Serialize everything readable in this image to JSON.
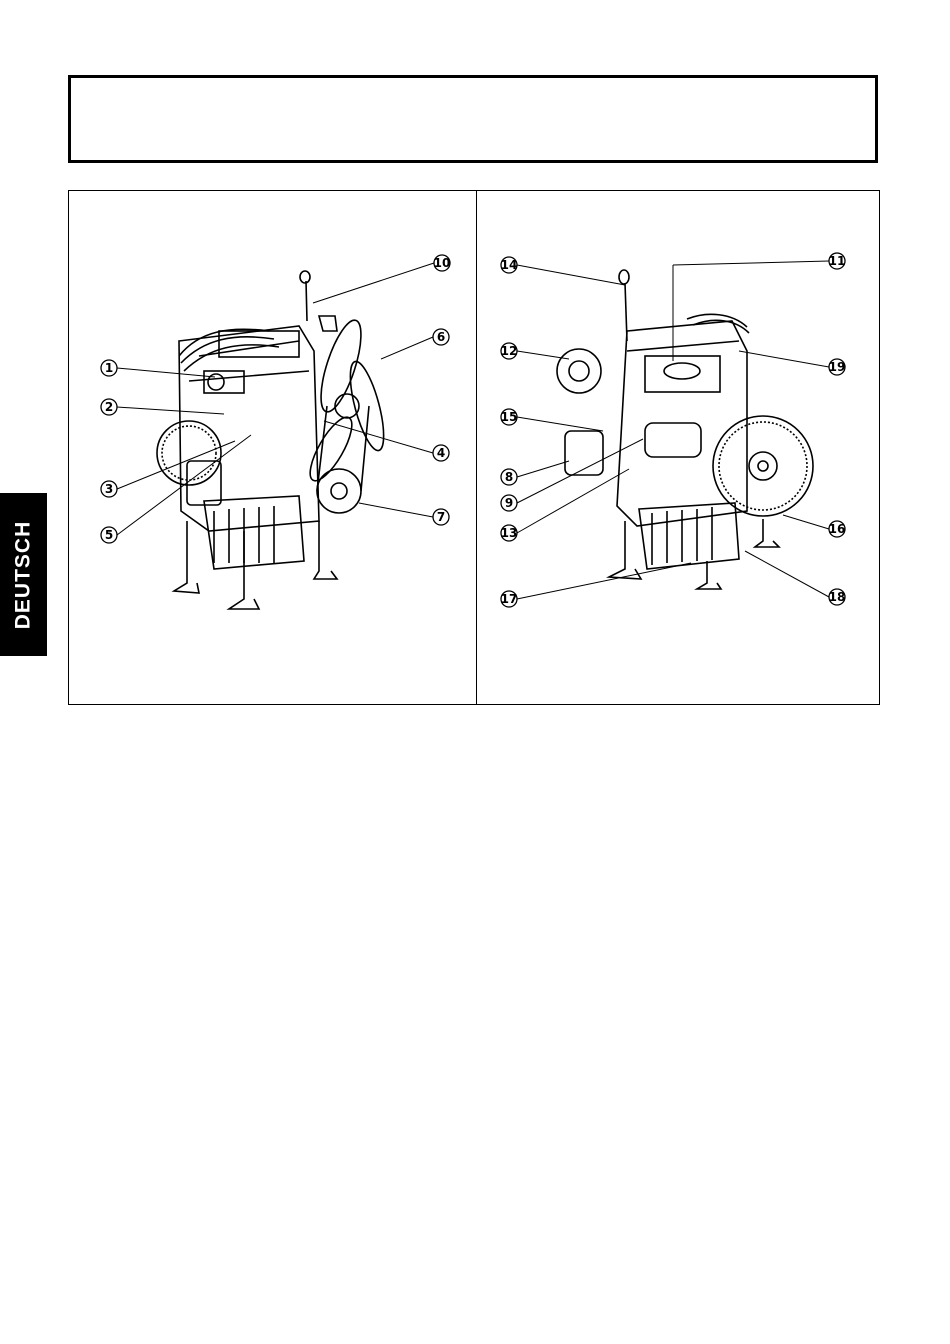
{
  "sidebar": {
    "language_label": "DEUTSCH"
  },
  "title_box": {
    "text": ""
  },
  "figure_left": {
    "callouts": [
      "10",
      "6",
      "1",
      "2",
      "4",
      "3",
      "5",
      "7"
    ]
  },
  "figure_right": {
    "callouts": [
      "14",
      "11",
      "12",
      "19",
      "15",
      "8",
      "9",
      "13",
      "16",
      "17",
      "18"
    ]
  }
}
